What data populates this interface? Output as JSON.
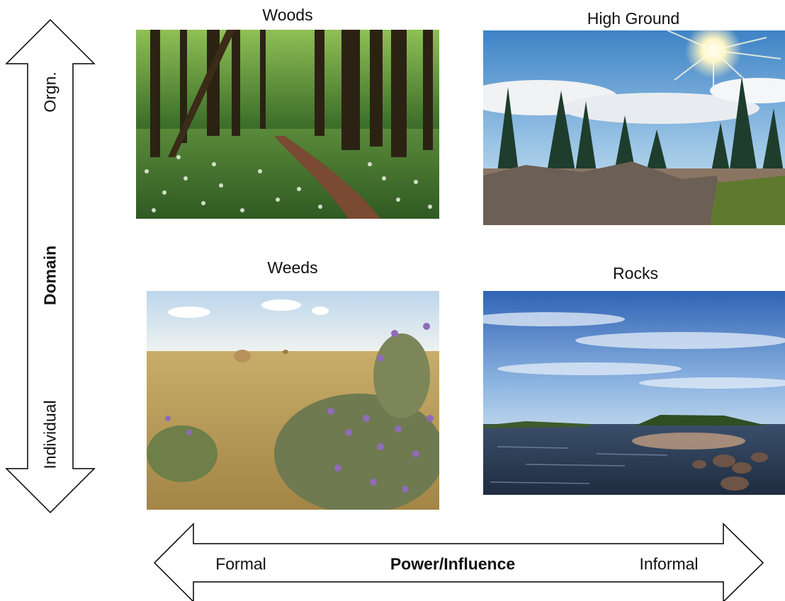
{
  "quadrants": {
    "top_left": {
      "title": "Woods",
      "image": "forest-path-with-white-flowers"
    },
    "top_right": {
      "title": "High Ground",
      "image": "rocky-summit-with-sun-and-clouds"
    },
    "bottom_left": {
      "title": "Weeds",
      "image": "field-with-hay-bales-and-purple-flowers"
    },
    "bottom_right": {
      "title": "Rocks",
      "image": "lake-with-rocky-shore-and-island"
    }
  },
  "vertical_axis": {
    "label": "Domain",
    "top_end": "Orgn.",
    "bottom_end": "Individual"
  },
  "horizontal_axis": {
    "label": "Power/Influence",
    "left_end": "Formal",
    "right_end": "Informal"
  },
  "colors": {
    "arrow_stroke": "#000000",
    "arrow_fill": "#ffffff"
  }
}
